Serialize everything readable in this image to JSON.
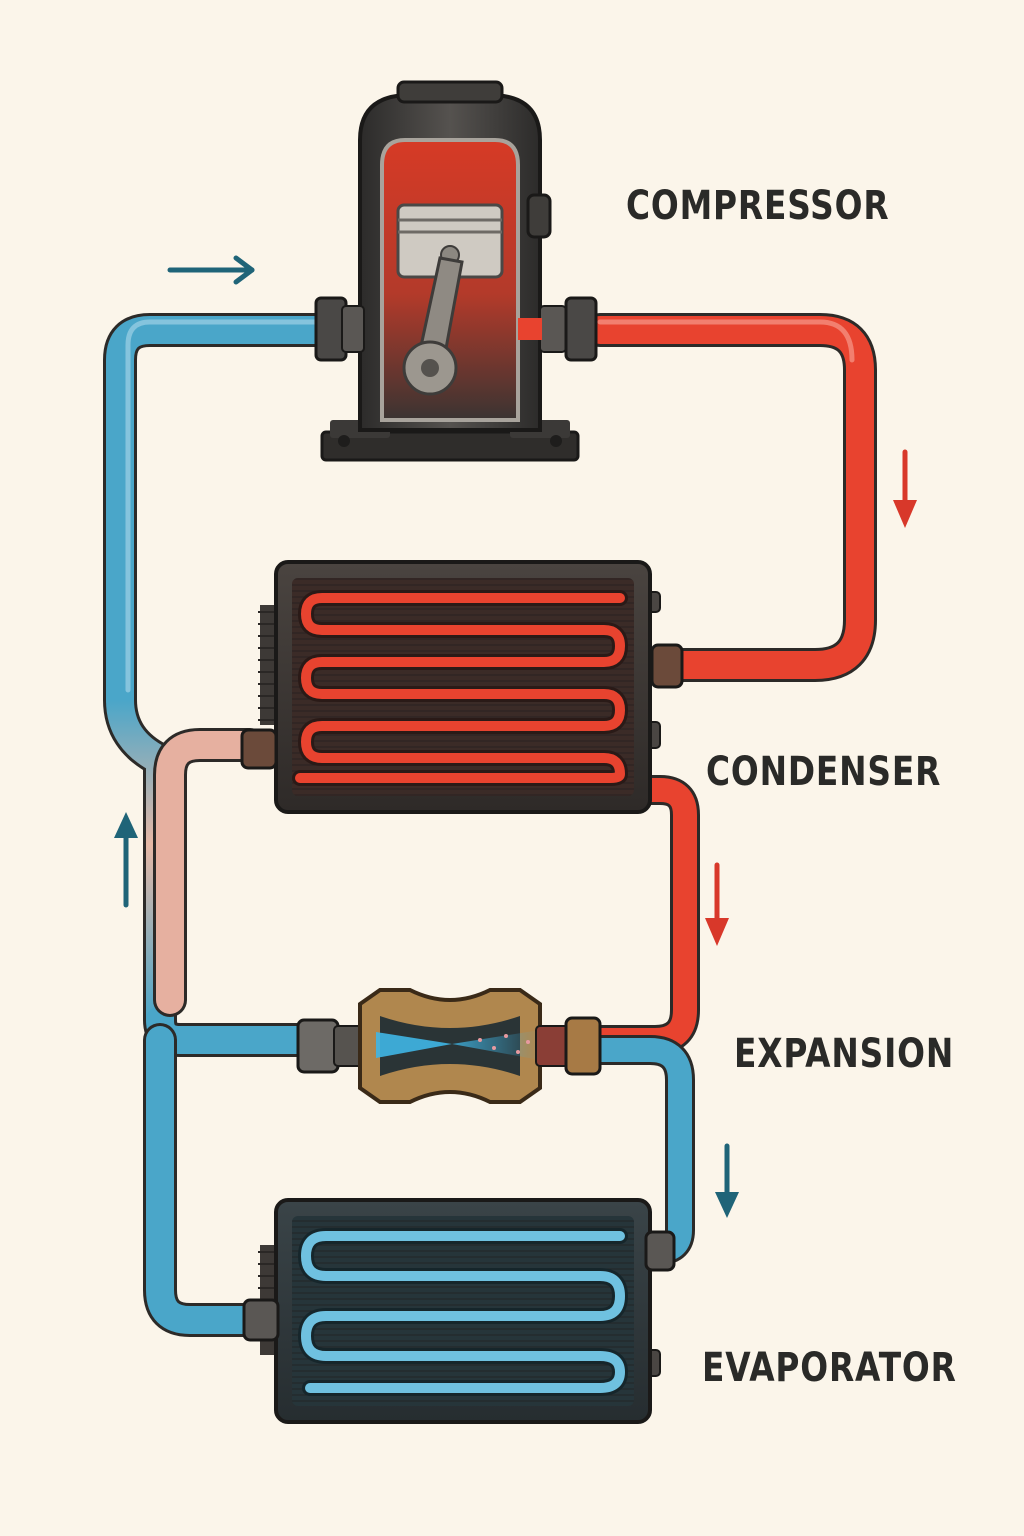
{
  "labels": {
    "compressor": "COMPRESSOR",
    "condenser": "CONDENSER",
    "expansion": "EXPANSION",
    "evaporator": "EVAPORATOR"
  },
  "colors": {
    "background": "#fbf5ea",
    "hot_refrigerant": "#e8432f",
    "cold_refrigerant": "#4aa6c9",
    "arrow_hot": "#d8382a",
    "arrow_cold": "#1f6478",
    "housing_dark": "#3a3836",
    "valve_brass": "#b0874e"
  },
  "icons": [
    "compressor-icon",
    "condenser-coil-icon",
    "expansion-valve-icon",
    "evaporator-coil-icon",
    "flow-arrow-icon"
  ]
}
